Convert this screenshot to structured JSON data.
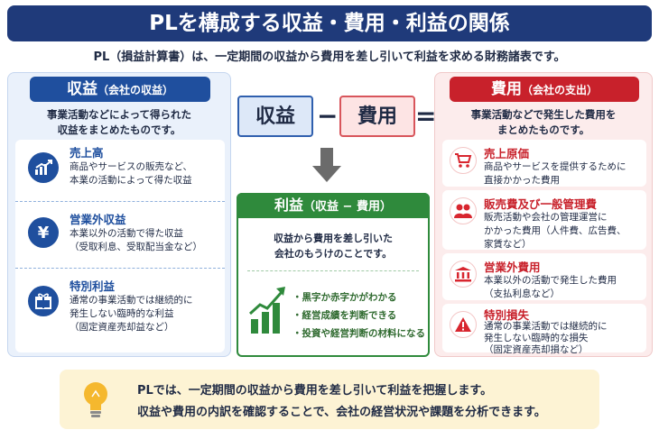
{
  "title": "PLを構成する収益・費用・利益の関係",
  "subtitle": "PL（損益計算書）は、一定期間の収益から費用を差し引いて利益を求める財務諸表です。",
  "revenue": {
    "heading": "収益",
    "heading_sub": "（会社の収益）",
    "desc_line1": "事業活動などによって得られた",
    "desc_line2": "収益をまとめたものです。",
    "items": [
      {
        "title": "売上高",
        "line1": "商品やサービスの販売など、",
        "line2": "本業の活動によって得た収益",
        "line3": "",
        "icon": "chart-up-icon"
      },
      {
        "title": "営業外収益",
        "line1": "本業以外の活動で得た収益",
        "line2": "（受取利息、受取配当金など）",
        "line3": "",
        "icon": "yen-icon"
      },
      {
        "title": "特別利益",
        "line1": "通常の事業活動では継続的に",
        "line2": "発生しない臨時的な利益",
        "line3": "（固定資産売却益など）",
        "icon": "gift-icon"
      }
    ]
  },
  "expense": {
    "heading": "費用",
    "heading_sub": "（会社の支出）",
    "desc_line1": "事業活動などで発生した費用を",
    "desc_line2": "まとめたものです。",
    "items": [
      {
        "title": "売上原価",
        "line1": "商品やサービスを提供するために",
        "line2": "直接かかった費用",
        "line3": "",
        "icon": "cart-icon"
      },
      {
        "title": "販売費及び一般管理費",
        "line1": "販売活動や会社の管理運営に",
        "line2": "かかった費用（人件費、広告費、",
        "line3": "家賃など）",
        "icon": "people-icon"
      },
      {
        "title": "営業外費用",
        "line1": "本業以外の活動で発生した費用",
        "line2": "（支払利息など）",
        "line3": "",
        "icon": "bank-icon"
      },
      {
        "title": "特別損失",
        "line1": "通常の事業活動では継続的に",
        "line2": "発生しない臨時的な損失",
        "line3": "（固定資産売却損など）",
        "icon": "warning-icon"
      }
    ]
  },
  "formula": {
    "left": "収益",
    "minus": "−",
    "right": "費用",
    "equals": "="
  },
  "profit": {
    "heading": "利益",
    "heading_sub": "（収益 − 費用）",
    "desc_line1": "収益から費用を差し引いた",
    "desc_line2": "会社のもうけのことです。",
    "bullets": [
      "・黒字か赤字かがわかる",
      "・経営成績を判断できる",
      "・投資や経営判断の材料になる"
    ]
  },
  "note": {
    "line1": "PLでは、一定期間の収益から費用を差し引いて利益を把握します。",
    "line2": "収益や費用の内訳を確認することで、会社の経営状況や課題を分析できます。"
  },
  "colors": {
    "navy": "#1f3a7a",
    "blue": "#1f4f9e",
    "red": "#c8212b",
    "green": "#2f8a3c",
    "note_bg": "#fdf3d4"
  }
}
